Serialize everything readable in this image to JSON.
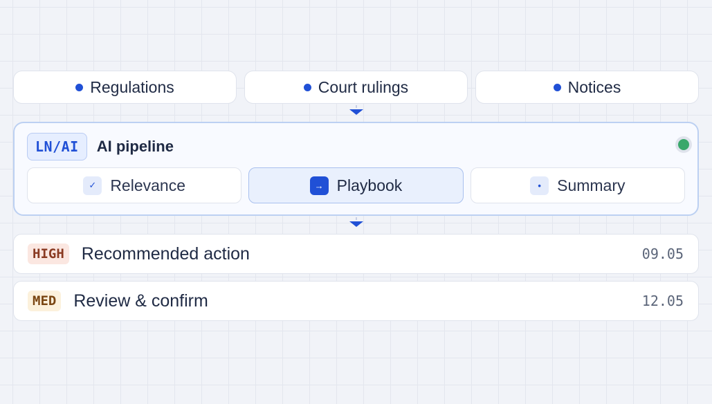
{
  "sources": [
    {
      "label": "Regulations"
    },
    {
      "label": "Court rulings"
    },
    {
      "label": "Notices"
    }
  ],
  "pipeline": {
    "badge": "LN/AI",
    "title": "AI pipeline",
    "status_color": "#3aa86b",
    "steps": [
      {
        "label": "Relevance",
        "icon": "check-icon",
        "glyph": "✓"
      },
      {
        "label": "Playbook",
        "icon": "arrow-right-icon",
        "glyph": "→",
        "active": true
      },
      {
        "label": "Summary",
        "icon": "dot-icon",
        "glyph": "•"
      }
    ]
  },
  "actions": [
    {
      "priority": "HIGH",
      "title": "Recommended action",
      "date": "09.05"
    },
    {
      "priority": "MED",
      "title": "Review & confirm",
      "date": "12.05"
    }
  ],
  "colors": {
    "accent": "#2050d6",
    "high": "#8a3a22",
    "med": "#7a4612"
  }
}
